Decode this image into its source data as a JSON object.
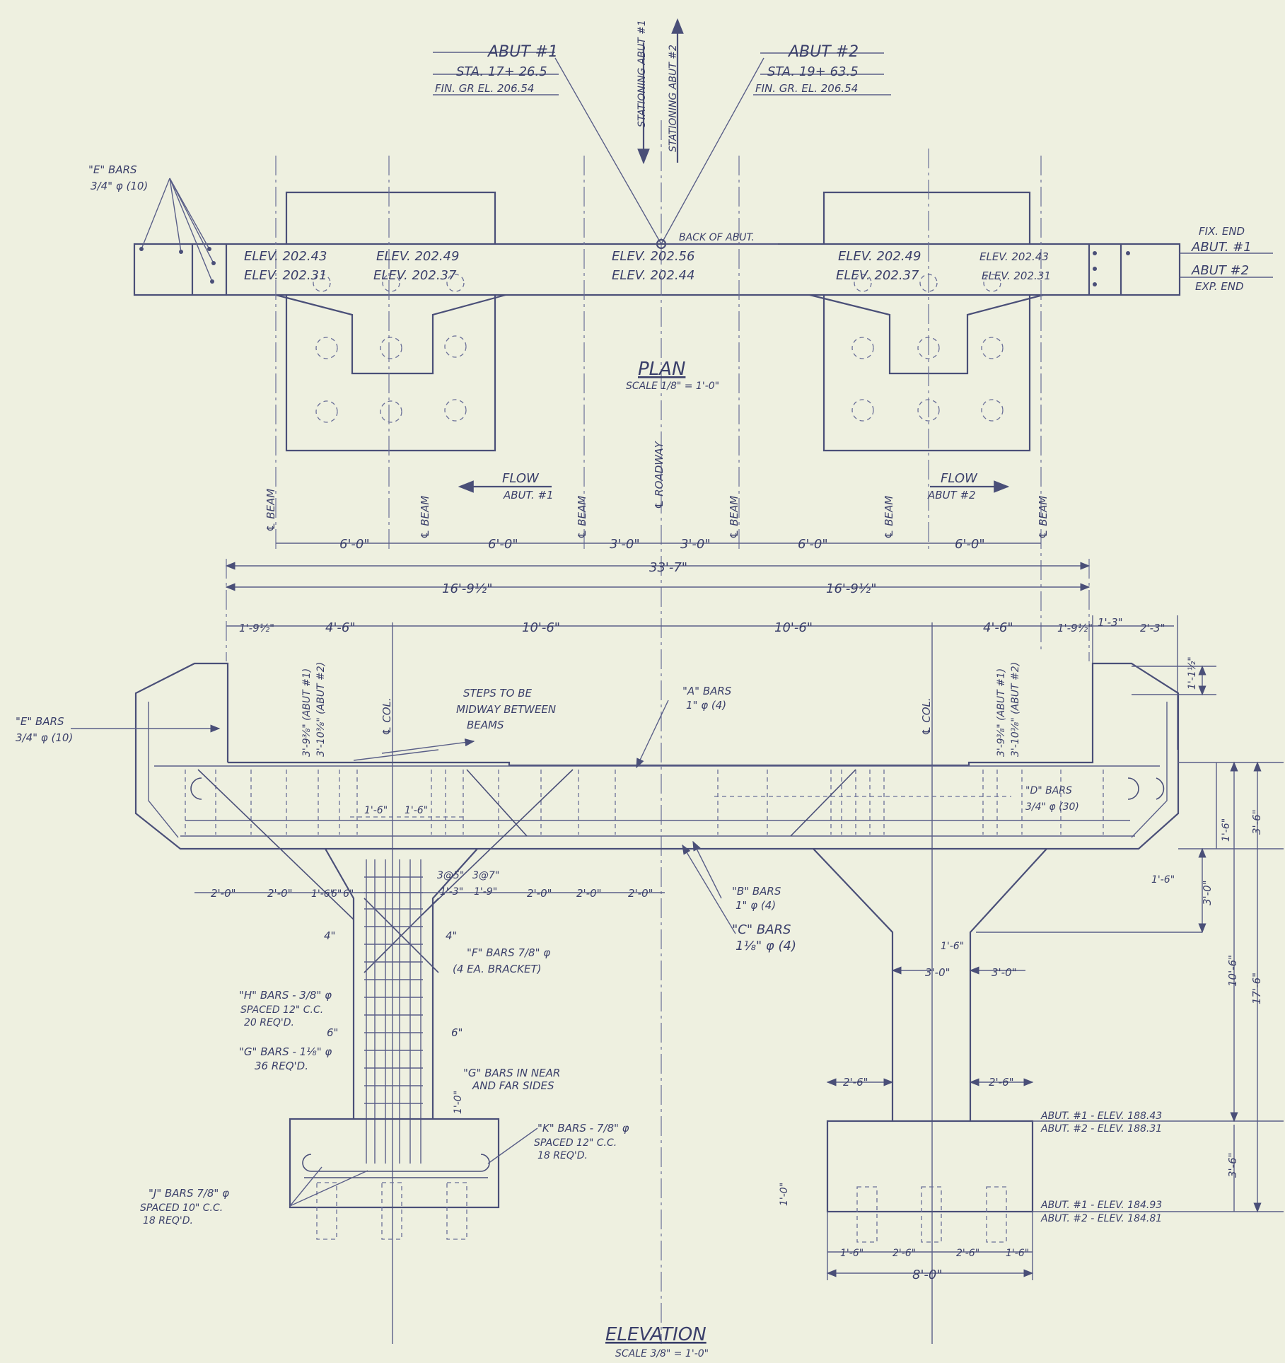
{
  "abut1_callout": {
    "name": "ABUT #1",
    "sta": "STA. 17+ 26.5",
    "el": "FIN. GR EL. 206.54"
  },
  "abut2_callout": {
    "name": "ABUT #2",
    "sta": "STA. 19+ 63.5",
    "el": "FIN. GR. EL. 206.54"
  },
  "stationing1": "STATIONING ABUT #1",
  "stationing2": "STATIONING ABUT #2",
  "e_bars_plan": {
    "name": "\"E\" BARS",
    "size": "3/4\" φ (10)"
  },
  "back_of_abut": "BACK OF ABUT.",
  "plan_elevs": [
    [
      "ELEV. 202.43",
      "ELEV. 202.31"
    ],
    [
      "ELEV. 202.49",
      "ELEV. 202.37"
    ],
    [
      "ELEV. 202.56",
      "ELEV. 202.44"
    ],
    [
      "ELEV. 202.49",
      "ELEV. 202.37"
    ],
    [
      "ELEV. 202.43",
      "ELEV. 202.31"
    ]
  ],
  "fix_end": [
    "FIX. END",
    "ABUT. #1"
  ],
  "exp_end": [
    "ABUT #2",
    "EXP. END"
  ],
  "plan_title": "PLAN",
  "plan_scale": "SCALE 1/8\" = 1'-0\"",
  "flow1": [
    "FLOW",
    "ABUT. #1"
  ],
  "flow2": [
    "FLOW",
    "ABUT #2"
  ],
  "beam_label": "℄ BEAM",
  "roadway_label": "℄ ROADWAY",
  "beam_spacing": [
    "6'-0\"",
    "6'-0\"",
    "3'-0\"",
    "3'-0\"",
    "6'-0\"",
    "6'-0\""
  ],
  "overall": "33'-7\"",
  "halves": [
    "16'-9½\"",
    "16'-9½\""
  ],
  "row3": [
    "1'-9½\"",
    "4'-6\"",
    "10'-6\"",
    "10'-6\"",
    "4'-6\"",
    "1'-9½\"",
    "1'-3\"",
    "2'-3\""
  ],
  "e_bars_elev": {
    "name": "\"E\" BARS",
    "size": "3/4\" φ (10)"
  },
  "steps": [
    "STEPS TO BE",
    "MIDWAY BETWEEN",
    "BEAMS"
  ],
  "a_bars": {
    "name": "\"A\" BARS",
    "size": "1\" φ (4)"
  },
  "d_bars": {
    "name": "\"D\" BARS",
    "size": "3/4\" φ (30)"
  },
  "b_bars": {
    "name": "\"B\" BARS",
    "size": "1\" φ (4)"
  },
  "c_bars": {
    "name": "\"C\" BARS",
    "size": "1⅛\" φ (4)"
  },
  "f_bars": {
    "name": "\"F\" BARS 7/8\" φ",
    "note": "(4 EA. BRACKET)"
  },
  "h_bars": {
    "name": "\"H\" BARS - 3/8\" φ",
    "spacing": "SPACED 12\" C.C.",
    "req": "20 REQ'D."
  },
  "g_bars": {
    "name": "\"G\" BARS - 1⅛\" φ",
    "req": "36 REQ'D."
  },
  "g_bars_note": [
    "\"G\" BARS IN NEAR",
    "AND FAR SIDES"
  ],
  "k_bars": {
    "name": "\"K\" BARS - 7/8\" φ",
    "spacing": "SPACED 12\" C.C.",
    "req": "18 REQ'D."
  },
  "j_bars": {
    "name": "\"J\" BARS 7/8\" φ",
    "spacing": "SPACED 10\" C.C.",
    "req": "18 REQ'D."
  },
  "col_label": "℄ COL.",
  "abut_cap_label1": "3'-9⅜\" (ABUT #1)",
  "abut_cap_label2": "3'-10⅜\" (ABUT #2)",
  "bracket_dims": [
    "2'-0\"",
    "2'-0\"",
    "1'-6\"",
    "6\"",
    "6\"",
    "1'-3\"",
    "1'-9\"",
    "2'-0\"",
    "2'-0\"",
    "2'-0\""
  ],
  "bracket_spacing": [
    "3@5\"",
    "3@7\""
  ],
  "dim_4": "4\"",
  "dim_16": "1'-6\"",
  "dim_6": "6\"",
  "dim_10": "1'-0\"",
  "right_dims": {
    "h1": "1'-1½\"",
    "h2": "1'-6\"",
    "h3": "3'-6\"",
    "h4": "3'-0\"",
    "h5": "10'-6\"",
    "h6": "17'-6\"",
    "h7": "3'-6\"",
    "h8": "1'-6\""
  },
  "col_dims": [
    "1'-6\"",
    "3'-0\"",
    "3'-0\"",
    "2'-6\"",
    "2'-6\""
  ],
  "footing_top": [
    "ABUT. #1 - ELEV. 188.43",
    "ABUT. #2 - ELEV. 188.31"
  ],
  "footing_bot": [
    "ABUT. #1 - ELEV. 184.93",
    "ABUT. #2 - ELEV. 184.81"
  ],
  "pile_dims": [
    "1'-6\"",
    "2'-6\"",
    "2'-6\"",
    "1'-6\""
  ],
  "footing_width": "8'-0\"",
  "elevation_title": "ELEVATION",
  "elevation_scale": "SCALE 3/8\" = 1'-0\""
}
